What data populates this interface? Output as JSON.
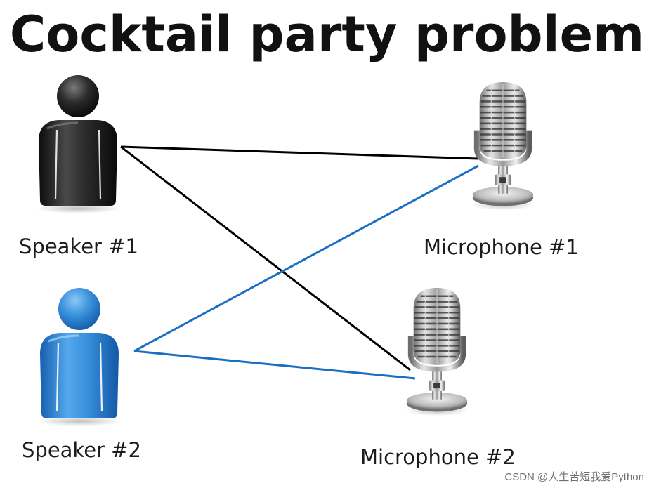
{
  "title": "Cocktail party problem",
  "speakers": [
    {
      "label": "Speaker #1",
      "icon": "person-icon",
      "color": "#1f1f1f"
    },
    {
      "label": "Speaker #2",
      "icon": "person-icon",
      "color": "#2f86d6"
    }
  ],
  "microphones": [
    {
      "label": "Microphone #1",
      "icon": "microphone-icon"
    },
    {
      "label": "Microphone #2",
      "icon": "microphone-icon"
    }
  ],
  "connections": [
    {
      "from": "Speaker #1",
      "to": "Microphone #1",
      "color": "#000000"
    },
    {
      "from": "Speaker #1",
      "to": "Microphone #2",
      "color": "#000000"
    },
    {
      "from": "Speaker #2",
      "to": "Microphone #1",
      "color": "#1a6fc2"
    },
    {
      "from": "Speaker #2",
      "to": "Microphone #2",
      "color": "#1a6fc2"
    }
  ],
  "watermark": "CSDN @人生苦短我爱Python"
}
